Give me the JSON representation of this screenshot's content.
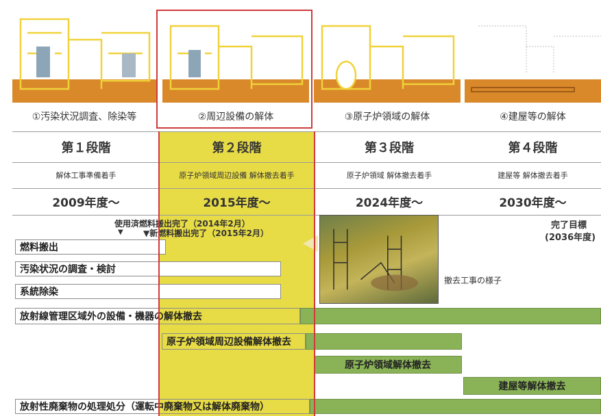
{
  "stages": [
    {
      "caption": "①汚染状況調査、除染等",
      "title": "第１段階",
      "subtitle": "解体工事準備着手",
      "year": "2009年度～"
    },
    {
      "caption": "②周辺設備の解体",
      "title": "第２段階",
      "subtitle": "原子炉領域周辺設備 解体撤去着手",
      "year": "2015年度～"
    },
    {
      "caption": "③原子炉領域の解体",
      "title": "第３段階",
      "subtitle": "原子炉領域 解体撤去着手",
      "year": "2024年度～"
    },
    {
      "caption": "④建屋等の解体",
      "title": "第４段階",
      "subtitle": "建屋等 解体撤去着手",
      "year": "2030年度～"
    }
  ],
  "milestones": {
    "spent_fuel": "使用済燃料搬出完了（2014年2月）",
    "new_fuel": "▼新燃料搬出完了（2015年2月）",
    "marker": "▼",
    "goal_line1": "完了目標",
    "goal_line2": "(2036年度)"
  },
  "photo_caption": "撤去工事の様子",
  "tasks": {
    "fuel_removal": "燃料搬出",
    "contamination_survey": "汚染状況の調査・検討",
    "system_decon": "系統除染",
    "outside_area_removal": "放射線管理区域外の設備・機器の解体撤去",
    "peripheral_removal": "原子炉領域周辺設備解体撤去",
    "reactor_removal": "原子炉領域解体撤去",
    "building_removal": "建屋等解体撤去",
    "waste_disposal": "放射性廃棄物の処理処分（運転中廃棄物又は解体廃棄物）"
  },
  "colors": {
    "ground": "#d9892a",
    "building_line": "#f0d23a",
    "highlight": "#e8dc46",
    "frame": "#d0393a",
    "bar_green": "#8ab357"
  }
}
